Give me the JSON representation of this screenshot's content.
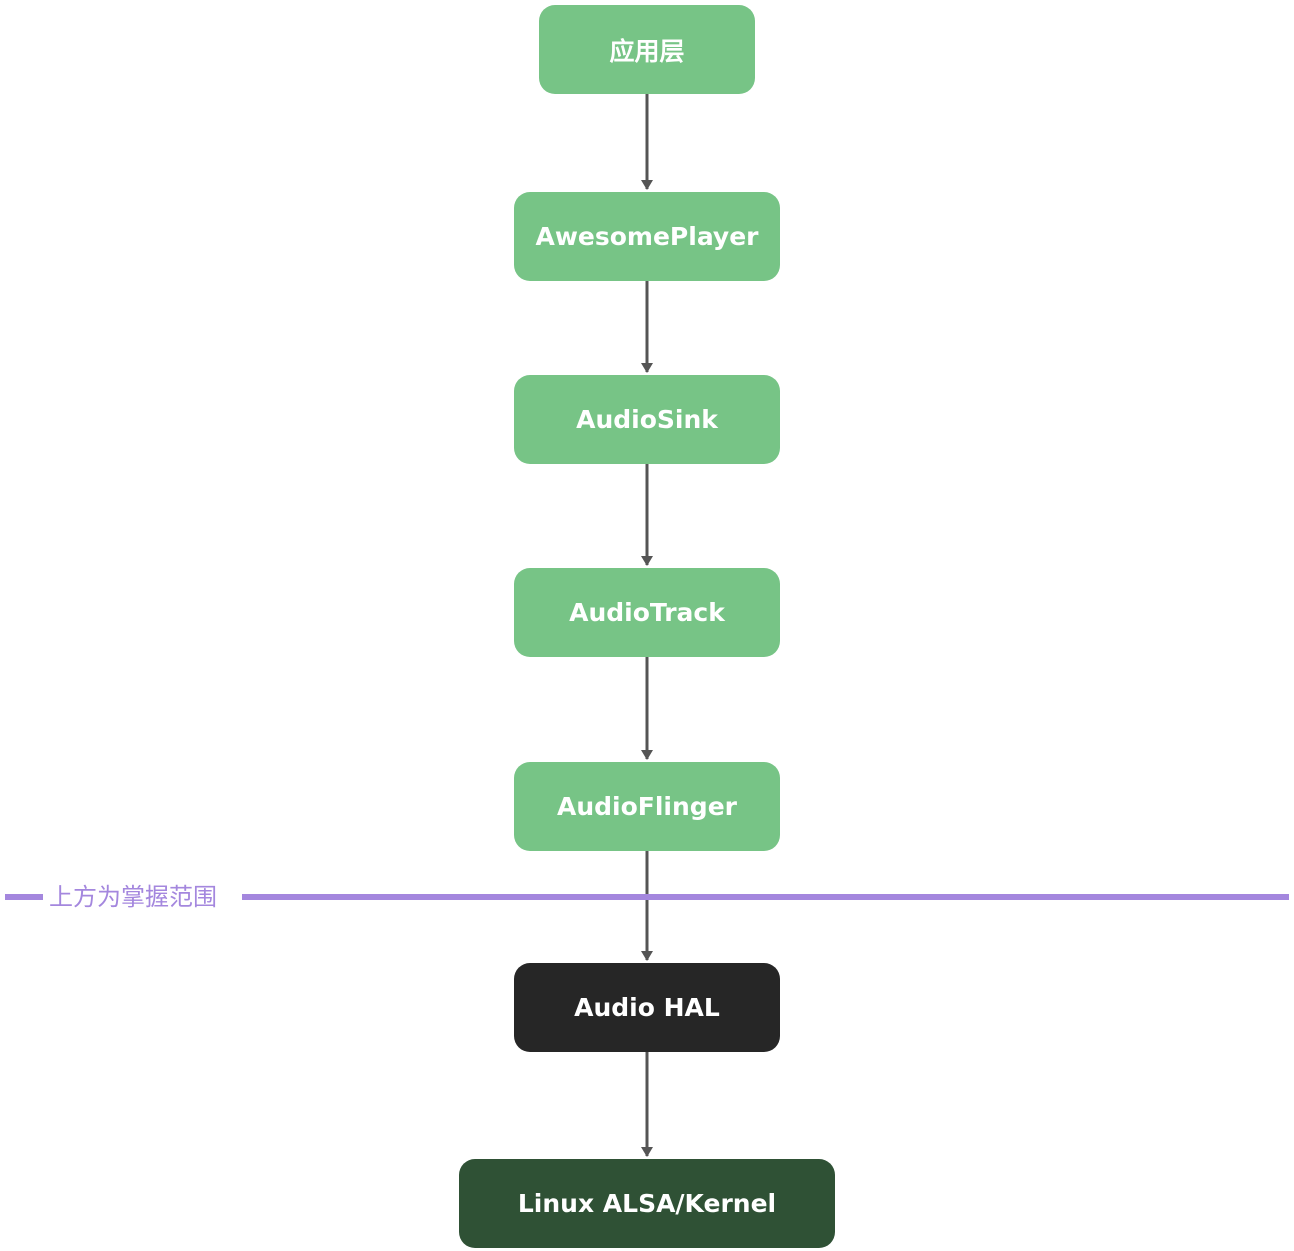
{
  "diagram": {
    "nodes": [
      {
        "id": "app",
        "label": "应用层"
      },
      {
        "id": "awesome",
        "label": "AwesomePlayer"
      },
      {
        "id": "sink",
        "label": "AudioSink"
      },
      {
        "id": "track",
        "label": "AudioTrack"
      },
      {
        "id": "flinger",
        "label": "AudioFlinger"
      },
      {
        "id": "hal",
        "label": "Audio HAL"
      },
      {
        "id": "kernel",
        "label": "Linux ALSA/Kernel"
      }
    ],
    "edges": [
      {
        "from": "app",
        "to": "awesome"
      },
      {
        "from": "awesome",
        "to": "sink"
      },
      {
        "from": "sink",
        "to": "track"
      },
      {
        "from": "track",
        "to": "flinger"
      },
      {
        "from": "flinger",
        "to": "hal"
      },
      {
        "from": "hal",
        "to": "kernel"
      }
    ],
    "boundary": {
      "label": "上方为掌握范围",
      "color": "#a487de"
    },
    "colors": {
      "node_light_green": "#77c486",
      "node_black": "#262626",
      "node_dark_green": "#2f5135",
      "node_text": "#ffffff",
      "arrow": "#555555"
    }
  }
}
